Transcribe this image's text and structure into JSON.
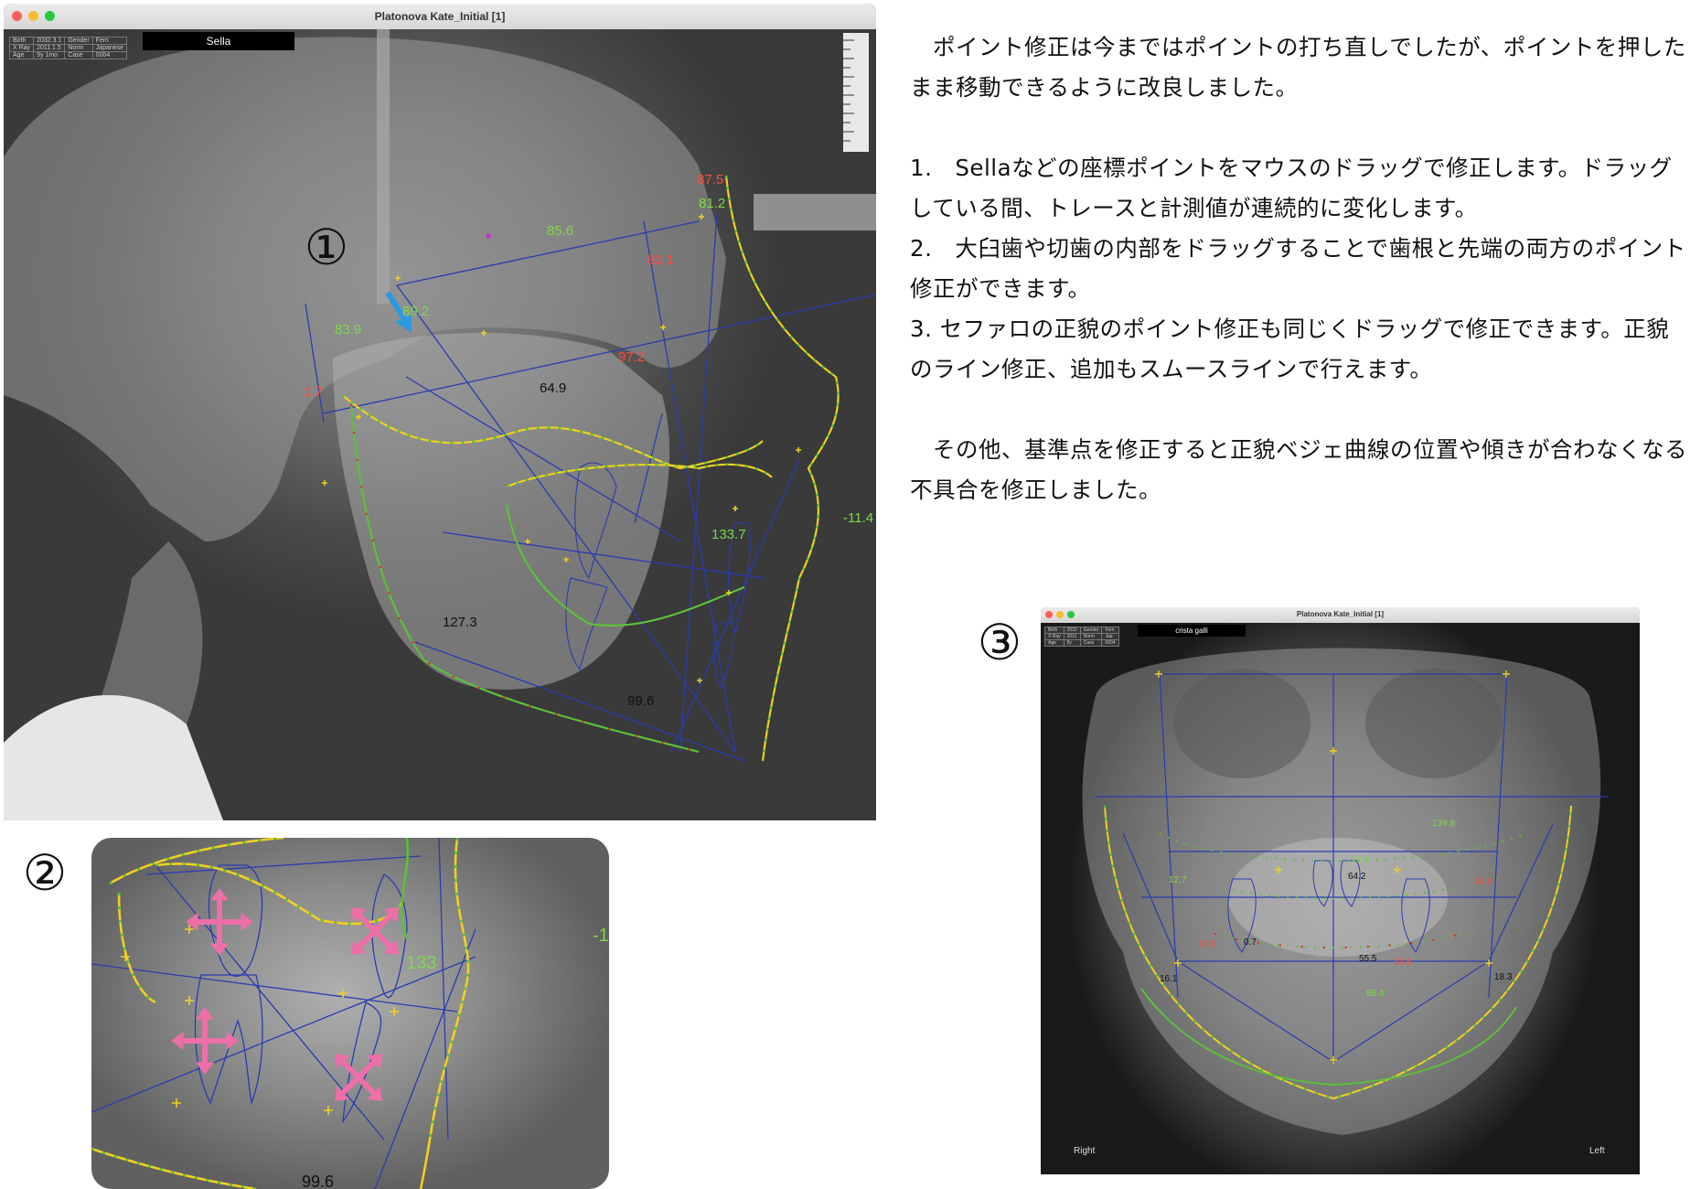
{
  "window1": {
    "title": "Platonova Kate_Initial [1]",
    "point_label": "Sella",
    "info_rows": [
      [
        "Birth",
        "2032.3.1",
        "Gender",
        "Fem"
      ],
      [
        "X Ray",
        "2011.1.5",
        "Norm",
        "Japanese"
      ],
      [
        "Age",
        "9y 1mo",
        "Case",
        "0004"
      ]
    ],
    "measurements": {
      "m_87_5": "87.5",
      "m_81_2": "81.2",
      "m_85_6": "85.6",
      "m_82_1": "82.1",
      "m_83_9": "83.9",
      "m_89_2": "89.2",
      "m_97_2": "97.2",
      "m_64_9": "64.9",
      "m_1_7": "1.7",
      "m_133_7": "133.7",
      "m_neg11": "-11.4",
      "m_127_3": "127.3",
      "m_99_6": "99.6"
    }
  },
  "inset2": {
    "measurements": {
      "m_133": "133",
      "m_neg1": "-1",
      "m_bottom": "99.6"
    }
  },
  "labels": {
    "circle1": "①",
    "circle2": "②",
    "circle3": "③"
  },
  "text": {
    "p1": "　ポイント修正は今まではポイントの打ち直しでしたが、ポイントを押したまま移動できるように改良しました。",
    "l1": "1.　Sellaなどの座標ポイントをマウスのドラッグで修正します。ドラッグしている間、トレースと計測値が連続的に変化します。",
    "l2": "2.　大臼歯や切歯の内部をドラッグすることで歯根と先端の両方のポイント修正ができます。",
    "l3": "3.  セファロの正貌のポイント修正も同じくドラッグで修正できます。正貌のライン修正、追加もスムースラインで行えます。",
    "p2": "　その他、基準点を修正すると正貌ベジェ曲線の位置や傾きが合わなくなる不具合を修正しました。"
  },
  "window3": {
    "title": "Platonova Kate_Initial [1]",
    "point_label": "crista galli",
    "info_rows": [
      [
        "Birth",
        "2032",
        "Gender",
        "Fem"
      ],
      [
        "X Ray",
        "2011",
        "Norm",
        "Jap"
      ],
      [
        "Age",
        "9y",
        "Case",
        "0004"
      ]
    ],
    "right_label": "Right",
    "left_label": "Left",
    "measurements": {
      "m_139_8": "139.8",
      "m_23_9": "23.9",
      "m_64_2": "64.2",
      "m_12_7": "12.7",
      "m_14_6": "14.6",
      "m_10_5": "10.5",
      "m_0_7": "0.7",
      "m_55_5": "55.5",
      "m_33_6": "33.6",
      "m_16_1": "16.1",
      "m_18_3": "18.3",
      "m_88_4": "88.4"
    }
  },
  "colors": {
    "trace_blue": "#2a3cb0",
    "trace_green": "#5cc03a",
    "trace_red": "#e02a1a",
    "trace_yellow": "#f0d020",
    "arrow_blue": "#2a9ae0",
    "drag_pink": "#ee6fa8",
    "measure_green": "#7ed84a",
    "measure_red": "#ff4a3a"
  }
}
